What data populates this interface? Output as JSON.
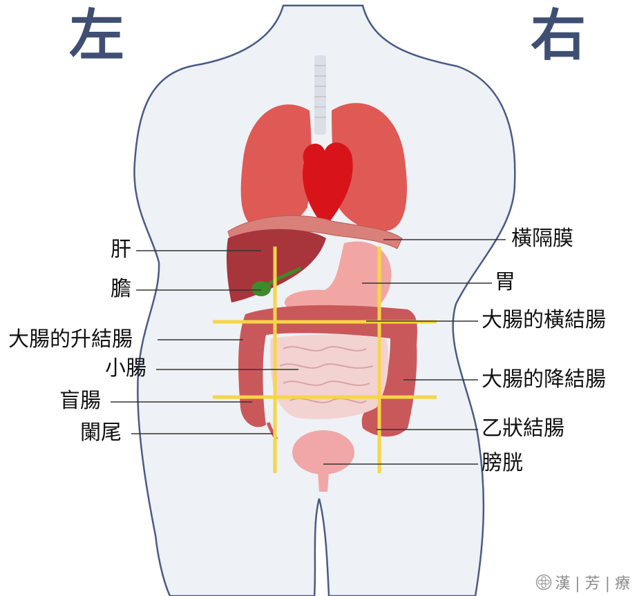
{
  "orientation": {
    "left": "左",
    "right": "右"
  },
  "labels": {
    "liver": "肝",
    "gallbladder": "膽",
    "ascending_colon": "大腸的升結腸",
    "small_intestine": "小腸",
    "cecum": "盲腸",
    "appendix": "闌尾",
    "diaphragm": "橫隔膜",
    "stomach": "胃",
    "transverse_colon": "大腸的橫結腸",
    "descending_colon": "大腸的降結腸",
    "sigmoid_colon": "乙狀結腸",
    "bladder": "膀胱"
  },
  "watermark": {
    "text": "漢 | 芳 | 療"
  },
  "colors": {
    "title": "#3f4f73",
    "body_fill": "#eef1f5",
    "body_outline": "#4a5a86",
    "lung": "#e05a55",
    "heart": "#d8141a",
    "liver": "#a8343c",
    "gallbladder": "#3f8a2a",
    "stomach": "#f2a6a4",
    "colon": "#c9585b",
    "small_intestine": "#f3d2d2",
    "bladder": "#f1a7a7",
    "grid_line": "#f7d547",
    "leader": "#333333"
  }
}
